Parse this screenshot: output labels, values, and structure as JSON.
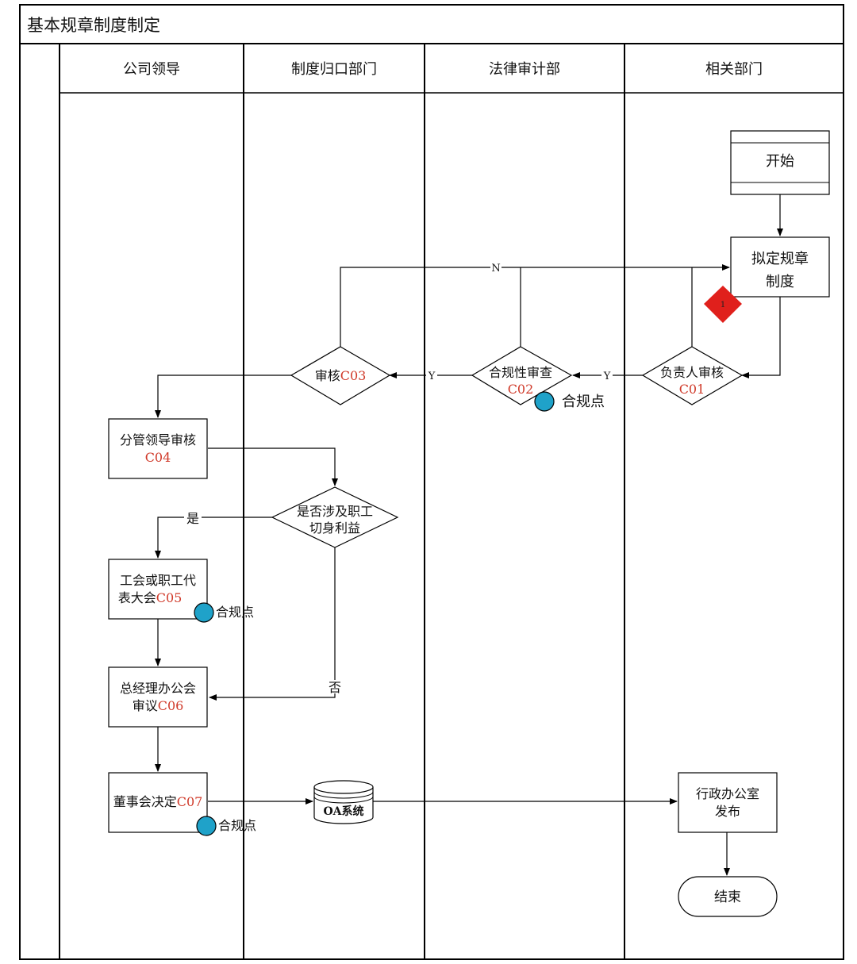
{
  "title": "基本规章制度制定",
  "lanes": [
    "公司领导",
    "制度归口部门",
    "法律审计部",
    "相关部门"
  ],
  "nodes": {
    "start": "开始",
    "draft": [
      "拟定规章",
      "制度"
    ],
    "risk_marker": "1",
    "responsible_review": {
      "text": "负责人审核",
      "code": "C01"
    },
    "compliance_review": {
      "text": "合规性审查",
      "code": "C02"
    },
    "audit": {
      "text": "审核",
      "code": "C03"
    },
    "leader_review": {
      "text": "分管领导审核",
      "code": "C04"
    },
    "involves_workers": [
      "是否涉及职工",
      "切身利益"
    ],
    "union": {
      "line1": "工会或职工代",
      "line2": "表大会",
      "code": "C05"
    },
    "gm_meeting": {
      "line1": "总经理办公会",
      "line2": "审议",
      "code": "C06"
    },
    "board": {
      "text": "董事会决定",
      "code": "C07"
    },
    "oa": "OA系统",
    "admin_publish": [
      "行政办公室",
      "发布"
    ],
    "end": "结束"
  },
  "compliance_point": "合规点",
  "edge_labels": {
    "no": "N",
    "yes": "Y",
    "shi": "是",
    "fou": "否"
  },
  "colors": {
    "code": "#d03a2a",
    "marker": "#e0201c",
    "compliance_dot": "#1fa2c9"
  }
}
